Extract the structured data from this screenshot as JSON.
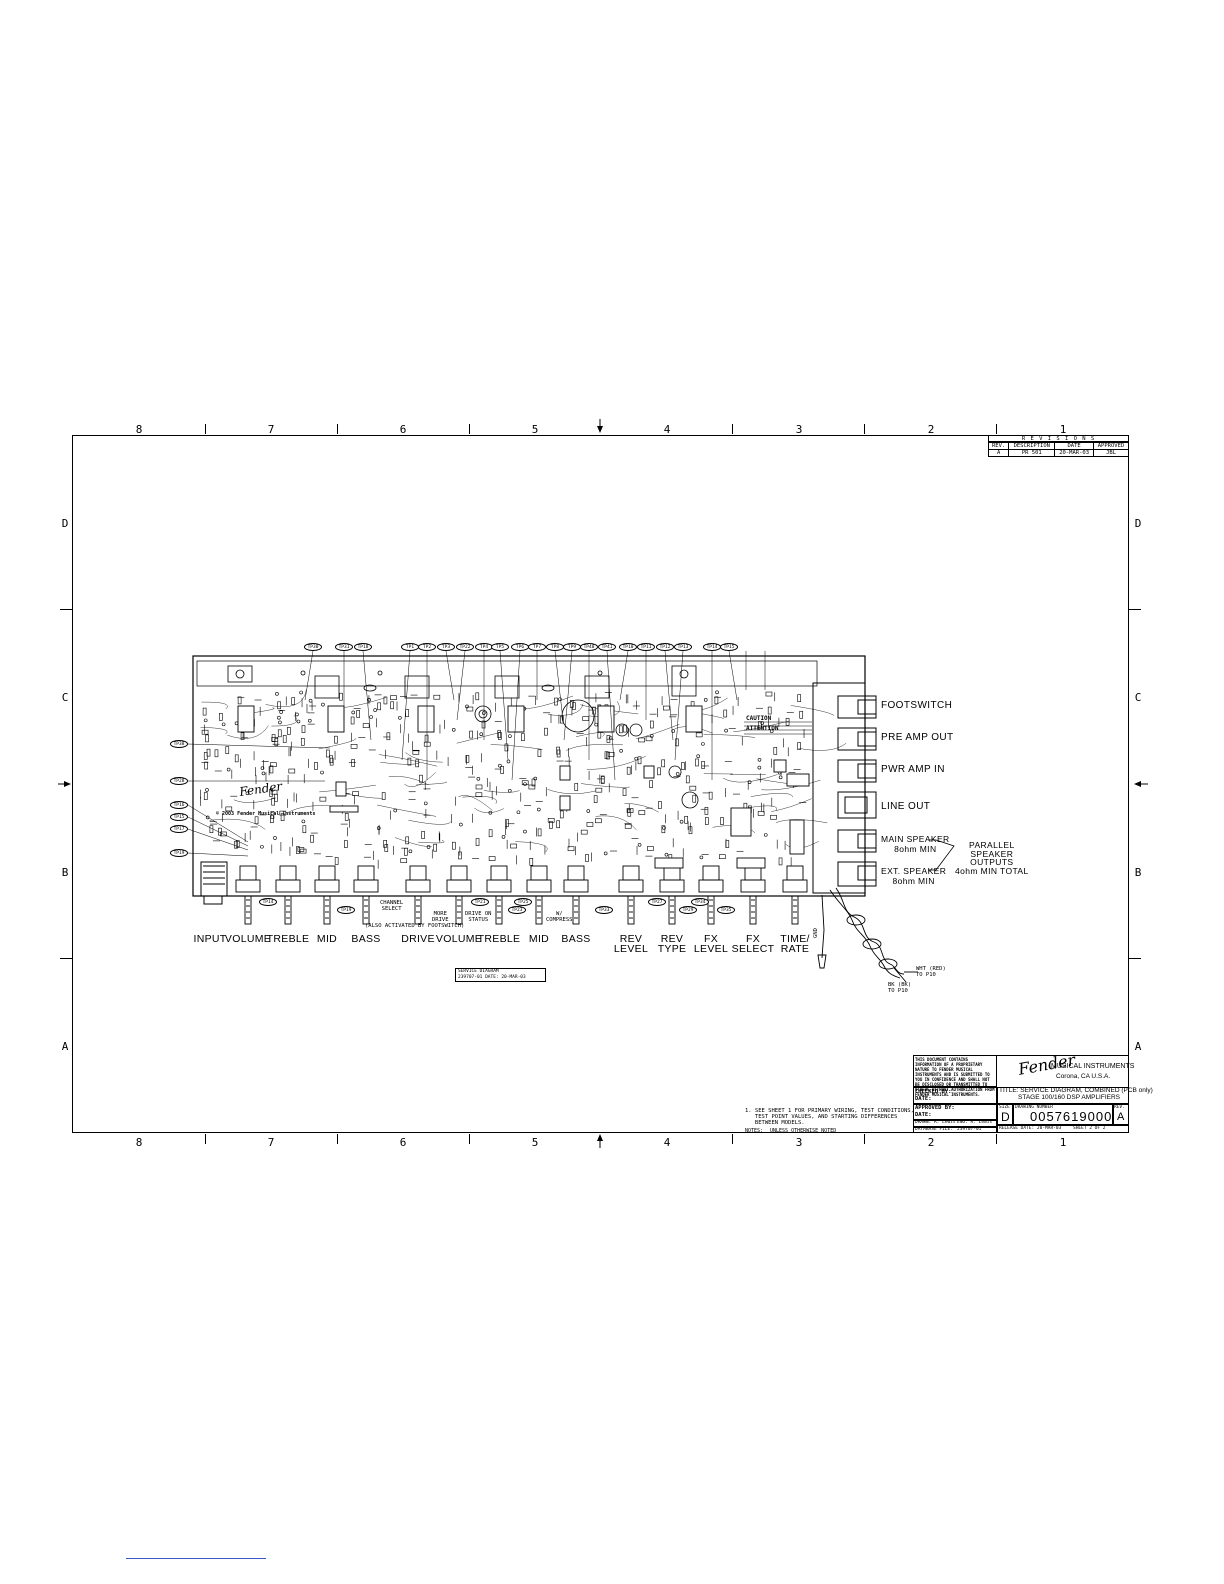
{
  "zones": {
    "columns": [
      "8",
      "7",
      "6",
      "5",
      "4",
      "3",
      "2",
      "1"
    ],
    "rows": [
      "D",
      "C",
      "B",
      "A"
    ]
  },
  "revisions": {
    "title": "R E V I S I O N S",
    "headers": [
      "REV.",
      "DESCRIPTION",
      "DATE",
      "APPROVED"
    ],
    "rows": [
      [
        "A",
        "PR 501",
        "20-MAR-03",
        "JBL"
      ]
    ]
  },
  "pcb": {
    "copyright": "© 2003 Fender Musical Instruments",
    "test_points_top": [
      "TP30",
      "TP31",
      "TP18",
      "TP1",
      "TP2",
      "TP3",
      "TP22",
      "TP4",
      "TP5",
      "TP6",
      "TP7",
      "TP8",
      "TP9",
      "TP40",
      "TP41",
      "TP10",
      "TP11",
      "TP12",
      "TP13",
      "TP14",
      "TP15"
    ],
    "test_points_left": [
      "TP38",
      "TP28",
      "TP16",
      "TP15",
      "TP17",
      "TP19"
    ],
    "test_points_bottom": [
      "TP14",
      "TP19",
      "TP21",
      "TP23",
      "TP25",
      "TP33",
      "TP27",
      "TP29",
      "TP34",
      "TP35"
    ],
    "notes": {
      "channel_select": "CHANNEL\nSELECT",
      "footswitch_note": "(ALSO ACTIVATED BY FOOTSWITCH)",
      "more_drive": "MORE\nDRIVE",
      "drive_on_status": "DRIVE ON\nSTATUS",
      "w_comp": "W/\nCOMPRESS",
      "caution": "CAUTION",
      "attention": "ATTENTION"
    }
  },
  "controls": [
    {
      "id": "input",
      "label": "INPUT"
    },
    {
      "id": "volume1",
      "label": "VOLUME"
    },
    {
      "id": "treble1",
      "label": "TREBLE"
    },
    {
      "id": "mid1",
      "label": "MID"
    },
    {
      "id": "bass1",
      "label": "BASS"
    },
    {
      "id": "drive",
      "label": "DRIVE"
    },
    {
      "id": "volume2",
      "label": "VOLUME"
    },
    {
      "id": "treble2",
      "label": "TREBLE"
    },
    {
      "id": "mid2",
      "label": "MID"
    },
    {
      "id": "bass2",
      "label": "BASS"
    },
    {
      "id": "rev_level",
      "label": "REV\nLEVEL"
    },
    {
      "id": "rev_type",
      "label": "REV\nTYPE"
    },
    {
      "id": "fx_level",
      "label": "FX\nLEVEL"
    },
    {
      "id": "fx_select",
      "label": "FX\nSELECT"
    },
    {
      "id": "time_rate",
      "label": "TIME/\nRATE"
    }
  ],
  "jacks": [
    {
      "id": "footswitch",
      "label": "FOOTSWITCH"
    },
    {
      "id": "pre_amp_out",
      "label": "PRE AMP OUT"
    },
    {
      "id": "pwr_amp_in",
      "label": "PWR AMP IN"
    },
    {
      "id": "line_out",
      "label": "LINE OUT"
    },
    {
      "id": "main_speaker",
      "label": "MAIN SPEAKER\n8ohm MIN"
    },
    {
      "id": "ext_speaker",
      "label": "EXT. SPEAKER\n8ohm MIN"
    }
  ],
  "parallel_note": "PARALLEL\nSPEAKER\nOUTPUTS\n4ohm MIN TOTAL",
  "wire_labels": {
    "wht": "WHT (RED)\nTO P10",
    "bk": "BK (BK)\nTO P10",
    "gnd": "GND"
  },
  "label_block": {
    "line1": "SERVICE DIAGRAM",
    "line2": "239707-01   DATE: 20-MAR-03"
  },
  "footnote": "1. SEE SHEET 1 FOR PRIMARY WIRING, TEST CONDITIONS,\n   TEST POINT VALUES, AND STARTING DIFFERENCES\n   BETWEEN MODELS.",
  "notes_label": "NOTES:",
  "notes_value": "UNLESS OTHERWISE NOTED",
  "title_block": {
    "company": "MUSICAL INSTRUMENTS",
    "location": "Corona, CA   U.S.A.",
    "proprietary": "THIS DOCUMENT CONTAINS INFORMATION OF A PROPRIETARY NATURE TO FENDER MUSICAL INSTRUMENTS AND IS SUBMITTED TO YOU IN CONFIDENCE AND SHALL NOT BE DISCLOSED OR TRANSMITTED TO OTHERS WITHOUT AUTHORIZATION FROM FENDER MUSICAL INSTRUMENTS.",
    "checked_by": "CHECKED BY:",
    "approved_by": "APPROVED BY:",
    "date": "DATE:",
    "title": "TITLE: SERVICE DIAGRAM, COMBINED (PCB only)",
    "subtitle": "STAGE 100/160 DSP AMPLIFIERS",
    "size_label": "SIZE",
    "size": "D",
    "drawing_number_label": "DRAWING NUMBER",
    "drawing_number": "0057619000",
    "rev_label": "REV.",
    "rev": "A",
    "drawn": "DRAWN: R. Lewis",
    "eng": "ENG: R. Lewis",
    "release_date": "RELEASE DATE: 20-MAR-03",
    "sheet": "SHEET   2   OF   2",
    "datafile": "DATABASE FILE:",
    "datafile_value": "239707-01"
  },
  "logo": "Fender"
}
